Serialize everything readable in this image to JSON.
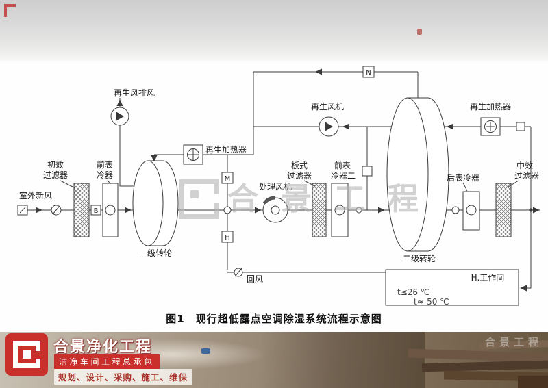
{
  "watermark": {
    "text": "合景工程"
  },
  "diagram": {
    "labels": {
      "outdoor_air": "室外新风",
      "primary_filter_l1": "初效",
      "primary_filter_l2": "过滤器",
      "front_cooler1_l1": "前表",
      "front_cooler1_l2": "冷器",
      "valve_b": "B",
      "wheel1": "一级转轮",
      "regen_exhaust_fan": "再生风排风",
      "regen_heater1": "再生加热器",
      "valve_m": "M",
      "valve_h": "H",
      "valve_n": "N",
      "process_fan": "处理风机",
      "plate_filter_l1": "板式",
      "plate_filter_l2": "过滤器",
      "front_cooler2_l1": "前表",
      "front_cooler2_l2": "冷器二",
      "regen_fan": "再生风机",
      "wheel2": "二级转轮",
      "regen_heater2": "再生加热器",
      "rear_cooler": "后表冷器",
      "mid_filter_l1": "中效",
      "mid_filter_l2": "过滤器",
      "return_air": "回风",
      "workroom_title": "H.工作间",
      "workroom_cond1": "t≤26 ℃",
      "workroom_cond2": "t≈-50 ℃"
    }
  },
  "caption": {
    "figure_no": "图1",
    "title": "现行超低露点空调除湿系统流程示意图"
  },
  "footer": {
    "company": "合景净化工程",
    "tagline": "洁净车间工程总承包",
    "services": "规划、设计、采购、施工、维保"
  },
  "colors": {
    "brand_red": "#c9302c",
    "diagram_line": "#3a3a3a"
  }
}
